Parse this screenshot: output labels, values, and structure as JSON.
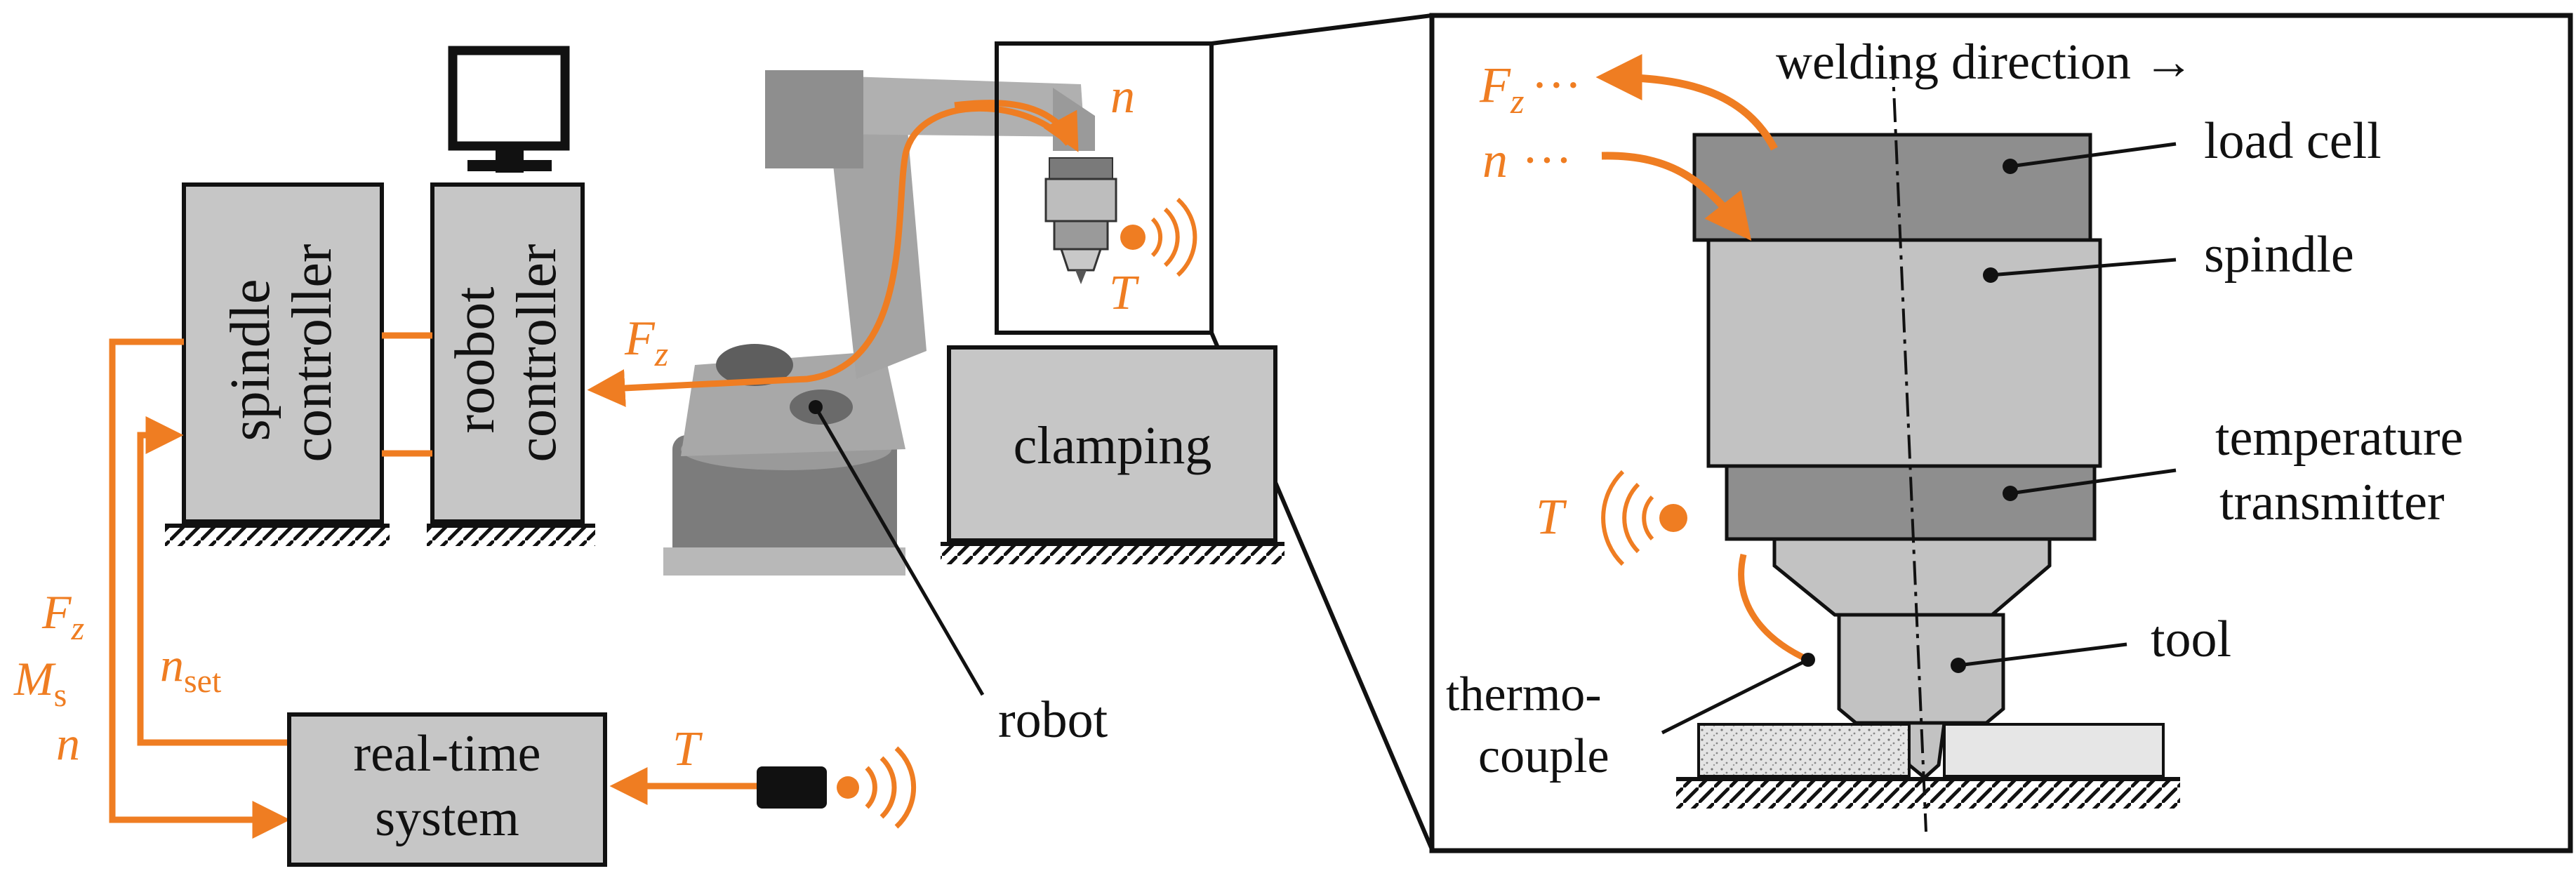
{
  "labels": {
    "spindle_controller": [
      "spindle",
      "controller"
    ],
    "robot_controller": [
      "roobot",
      "controller"
    ],
    "clamping": "clamping",
    "robot": "robot",
    "realtime_system": [
      "real-time",
      "system"
    ],
    "welding_direction": "welding direction →",
    "load_cell": "load cell",
    "spindle": "spindle",
    "temperature_transmitter": [
      "temperature",
      "transmitter"
    ],
    "tool": "tool",
    "thermocouple": [
      "thermo-",
      "couple"
    ]
  },
  "signals": {
    "F": "F",
    "z": "z",
    "M": "M",
    "s": "s",
    "n": "n",
    "set": "set",
    "T": "T",
    "dots": "···"
  },
  "colors": {
    "signal": "#ef7d22",
    "box_fill": "#c6c6c6",
    "load_cell": "#8e8e8e",
    "spindle": "#c2c2c2",
    "outline": "#111111"
  },
  "icons": [
    "monitor-icon",
    "robot-arm-image",
    "wireless-signal-icon",
    "ground-hatch-icon",
    "sensor-icon"
  ]
}
